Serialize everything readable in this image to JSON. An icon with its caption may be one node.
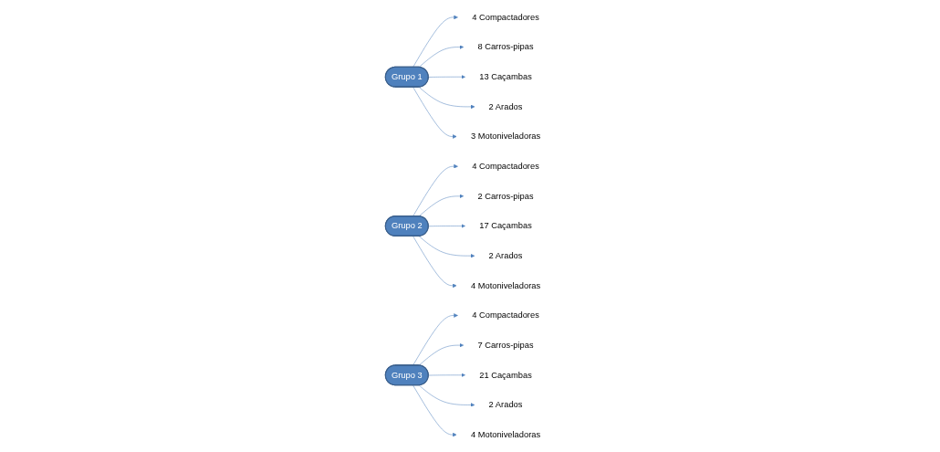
{
  "diagram": {
    "nodes": [
      {
        "text": [
          "Grupo 1"
        ]
      },
      {
        "text": [
          "4 Compactadores"
        ]
      },
      {
        "text": [
          "8 Carros-pipas"
        ]
      },
      {
        "text": [
          "13 Caçambas"
        ]
      },
      {
        "text": [
          "2 Arados"
        ]
      },
      {
        "text": [
          "3 Motoniveladoras"
        ]
      },
      {
        "text": [
          "Grupo 2"
        ]
      },
      {
        "text": [
          "4 Compactadores"
        ]
      },
      {
        "text": [
          "2 Carros-pipas"
        ]
      },
      {
        "text": [
          "17 Caçambas"
        ]
      },
      {
        "text": [
          "2 Arados"
        ]
      },
      {
        "text": [
          "4 Motoniveladoras"
        ]
      },
      {
        "text": [
          "Grupo 3"
        ]
      },
      {
        "text": [
          "4 Compactadores"
        ]
      },
      {
        "text": [
          "7 Carros-pipas"
        ]
      },
      {
        "text": [
          "21 Caçambas"
        ]
      },
      {
        "text": [
          "2 Arados"
        ]
      },
      {
        "text": [
          "4 Motoniveladoras"
        ]
      }
    ],
    "edges": [
      {
        "from": 0,
        "to": 1,
        "arrow": "to"
      },
      {
        "from": 0,
        "to": 2,
        "arrow": "to"
      },
      {
        "from": 0,
        "to": 3,
        "arrow": "to"
      },
      {
        "from": 0,
        "to": 4,
        "arrow": "to"
      },
      {
        "from": 0,
        "to": 5,
        "arrow": "to"
      },
      {
        "from": 6,
        "to": 7,
        "arrow": "to"
      },
      {
        "from": 6,
        "to": 8,
        "arrow": "to"
      },
      {
        "from": 6,
        "to": 9,
        "arrow": "to"
      },
      {
        "from": 6,
        "to": 10,
        "arrow": "to"
      },
      {
        "from": 6,
        "to": 11,
        "arrow": "to"
      },
      {
        "from": 12,
        "to": 13,
        "arrow": "to"
      },
      {
        "from": 12,
        "to": 14,
        "arrow": "to"
      },
      {
        "from": 12,
        "to": 15,
        "arrow": "to"
      },
      {
        "from": 12,
        "to": 16,
        "arrow": "to"
      },
      {
        "from": 12,
        "to": 17,
        "arrow": "to"
      }
    ]
  }
}
